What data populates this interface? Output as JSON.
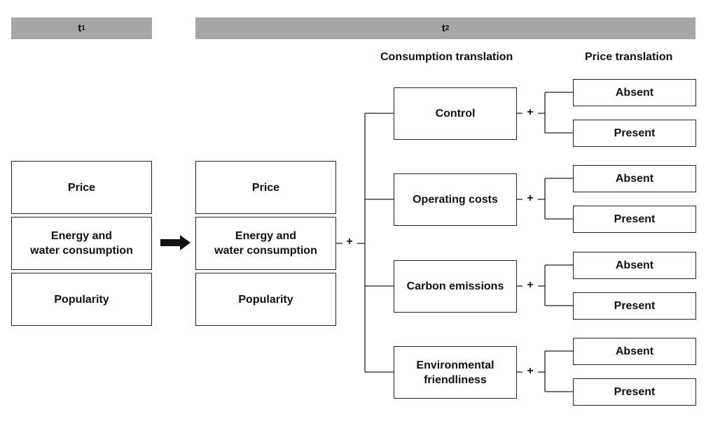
{
  "headers": {
    "t1": "t",
    "t1_sub": "1",
    "t2": "t",
    "t2_sub": "2"
  },
  "columns": {
    "consumption": "Consumption translation",
    "price": "Price translation"
  },
  "t1_attributes": [
    "Price",
    "Energy and\nwater consumption",
    "Popularity"
  ],
  "t2_attributes": [
    "Price",
    "Energy and\nwater consumption",
    "Popularity"
  ],
  "consumption_translations": [
    "Control",
    "Operating costs",
    "Carbon emissions",
    "Environmental\nfriendliness"
  ],
  "price_translations": [
    "Absent",
    "Present"
  ],
  "plus_symbol": "+"
}
